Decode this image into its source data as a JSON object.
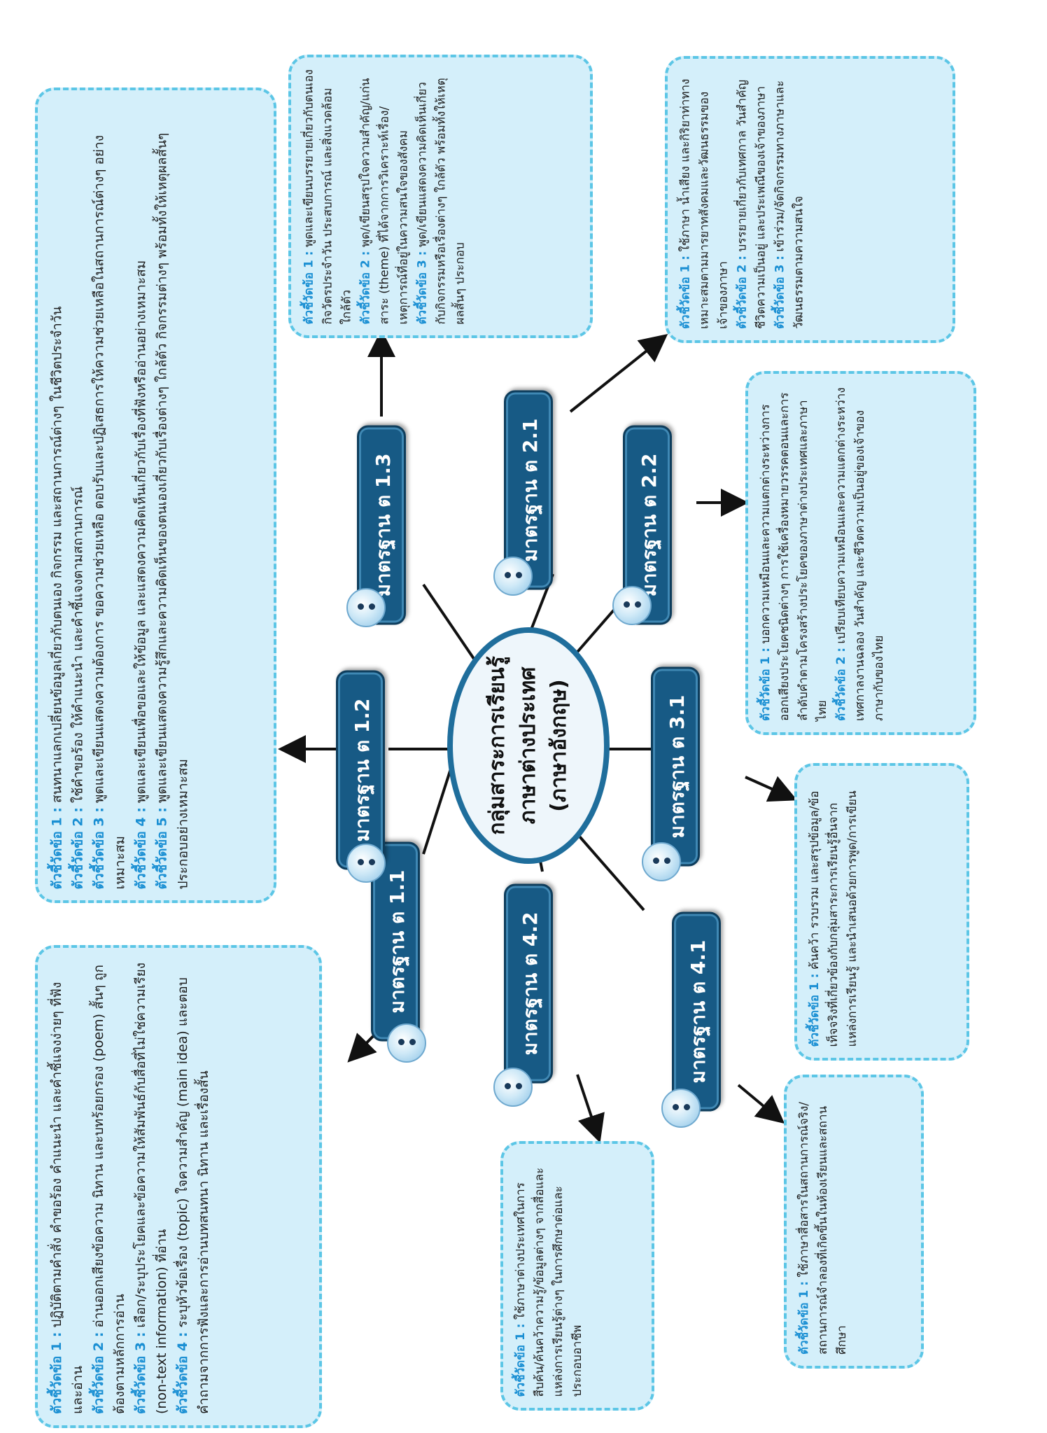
{
  "colors": {
    "box_fill": "#d4effa",
    "box_border": "#5cc6e6",
    "label": "#1a8fd3",
    "standard": "#175a85",
    "hub_fill": "#eef6fb",
    "hub_border": "#1f6e9c",
    "arrow": "#111111"
  },
  "icons": {
    "mascot": "doll-face-icon"
  },
  "center": {
    "line1": "กลุ่มสาระการเรียนรู้",
    "line2": "ภาษาต่างประเทศ",
    "line3": "(ภาษาอังกฤษ)"
  },
  "standards": {
    "s1_1": "มาตรฐาน ต 1.1",
    "s1_2": "มาตรฐาน ต 1.2",
    "s1_3": "มาตรฐาน ต 1.3",
    "s2_1": "มาตรฐาน ต 2.1",
    "s2_2": "มาตรฐาน ต 2.2",
    "s3_1": "มาตรฐาน ต 3.1",
    "s4_1": "มาตรฐาน ต 4.1",
    "s4_2": "มาตรฐาน ต 4.2"
  },
  "boxes": {
    "b1_1": [
      {
        "label": "ตัวชี้วัดข้อ 1 :",
        "text": "ปฏิบัติตามคำสั่ง คำขอร้อง คำแนะนำ และคำชี้แจงง่ายๆ ที่ฟังและอ่าน"
      },
      {
        "label": "ตัวชี้วัดข้อ 2 :",
        "text": "อ่านออกเสียงข้อความ นิทาน และบทร้อยกรอง (poem) สั้นๆ ถูกต้องตามหลักการอ่าน"
      },
      {
        "label": "ตัวชี้วัดข้อ 3 :",
        "text": "เลือก/ระบุประโยคและข้อความให้สัมพันธ์กับสื่อที่ไม่ใช่ความเรียง (non-text information) ที่อ่าน"
      },
      {
        "label": "ตัวชี้วัดข้อ 4 :",
        "text": "ระบุหัวข้อเรื่อง (topic) ใจความสำคัญ (main idea) และตอบคำถามจากการฟังและการอ่านบทสนทนา นิทาน และเรื่องสั้น"
      }
    ],
    "b1_2": [
      {
        "label": "ตัวชี้วัดข้อ 1 :",
        "text": "สนทนาแลกเปลี่ยนข้อมูลเกี่ยวกับตนเอง กิจกรรม และสถานการณ์ต่างๆ ในชีวิตประจำวัน"
      },
      {
        "label": "ตัวชี้วัดข้อ 2 :",
        "text": "ใช้คำขอร้อง ให้คำแนะนำ และคำชี้แจงตามสถานการณ์"
      },
      {
        "label": "ตัวชี้วัดข้อ 3 :",
        "text": "พูดและเขียนแสดงความต้องการ ขอความช่วยเหลือ ตอบรับและปฏิเสธการให้ความช่วยเหลือในสถานการณ์ต่างๆ อย่างเหมาะสม"
      },
      {
        "label": "ตัวชี้วัดข้อ 4 :",
        "text": "พูดและเขียนเพื่อขอและให้ข้อมูล และแสดงความคิดเห็นเกี่ยวกับเรื่องที่ฟังหรืออ่านอย่างเหมาะสม"
      },
      {
        "label": "ตัวชี้วัดข้อ 5 :",
        "text": "พูดและเขียนแสดงความรู้สึกและความคิดเห็นของตนเองเกี่ยวกับเรื่องต่างๆ ใกล้ตัว กิจกรรมต่างๆ พร้อมทั้งให้เหตุผลสั้นๆ ประกอบอย่างเหมาะสม"
      }
    ],
    "b1_3": [
      {
        "label": "ตัวชี้วัดข้อ 1 :",
        "text": "พูดและเขียนบรรยายเกี่ยวกับตนเอง กิจวัตรประจำวัน ประสบการณ์ และสิ่งแวดล้อมใกล้ตัว"
      },
      {
        "label": "ตัวชี้วัดข้อ 2 :",
        "text": "พูด/เขียนสรุปใจความสำคัญ/แก่นสาระ (theme) ที่ได้จากการวิเคราะห์เรื่อง/เหตุการณ์ที่อยู่ในความสนใจของสังคม"
      },
      {
        "label": "ตัวชี้วัดข้อ 3 :",
        "text": "พูด/เขียนแสดงความคิดเห็นเกี่ยวกับกิจกรรมหรือเรื่องต่างๆ ใกล้ตัว พร้อมทั้งให้เหตุผลสั้นๆ ประกอบ"
      }
    ],
    "b2_1": [
      {
        "label": "ตัวชี้วัดข้อ 1 :",
        "text": "ใช้ภาษา น้ำเสียง และกิริยาท่าทางเหมาะสมตามมารยาทสังคมและวัฒนธรรมของเจ้าของภาษา"
      },
      {
        "label": "ตัวชี้วัดข้อ 2 :",
        "text": "บรรยายเกี่ยวกับเทศกาล วันสำคัญ ชีวิตความเป็นอยู่ และประเพณีของเจ้าของภาษา"
      },
      {
        "label": "ตัวชี้วัดข้อ 3 :",
        "text": "เข้าร่วม/จัดกิจกรรมทางภาษาและวัฒนธรรมตามความสนใจ"
      }
    ],
    "b2_2": [
      {
        "label": "ตัวชี้วัดข้อ 1 :",
        "text": "บอกความเหมือนและความแตกต่างระหว่างการออกเสียงประโยคชนิดต่างๆ การใช้เครื่องหมายวรรคตอนและการลำดับคำตามโครงสร้างประโยคของภาษาต่างประเทศและภาษาไทย"
      },
      {
        "label": "ตัวชี้วัดข้อ 2 :",
        "text": "เปรียบเทียบความเหมือนและความแตกต่างระหว่างเทศกาลงานฉลอง วันสำคัญ และชีวิตความเป็นอยู่ของเจ้าของภาษากับของไทย"
      }
    ],
    "b3_1": [
      {
        "label": "ตัวชี้วัดข้อ 1 :",
        "text": "ค้นคว้า รวบรวม และสรุปข้อมูล/ข้อเท็จจริงที่เกี่ยวข้องกับกลุ่มสาระการเรียนรู้อื่นจากแหล่งการเรียนรู้ และนำเสนอด้วยการพูด/การเขียน"
      }
    ],
    "b4_1": [
      {
        "label": "ตัวชี้วัดข้อ 1 :",
        "text": "ใช้ภาษาสื่อสารในสถานการณ์จริง/สถานการณ์จำลองที่เกิดขึ้นในห้องเรียนและสถานศึกษา"
      }
    ],
    "b4_2": [
      {
        "label": "ตัวชี้วัดข้อ 1 :",
        "text": "ใช้ภาษาต่างประเทศในการสืบค้น/ค้นคว้าความรู้/ข้อมูลต่างๆ จากสื่อและแหล่งการเรียนรู้ต่างๆ ในการศึกษาต่อและประกอบอาชีพ"
      }
    ]
  }
}
